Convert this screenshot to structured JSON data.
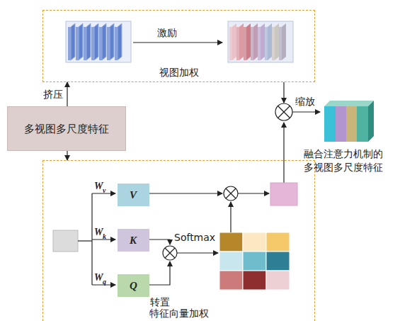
{
  "diagram": {
    "nodes": [
      {
        "text": [
          "视图加权"
        ]
      },
      {
        "text": [
          "多视图多尺度特征"
        ]
      },
      {
        "text": [
          "特征向量加权"
        ]
      },
      {
        "text": [
          "V"
        ],
        "in": 2
      },
      {
        "text": [
          "K"
        ],
        "in": 2
      },
      {
        "text": [
          "Q"
        ],
        "in": 2
      }
    ],
    "edges": [
      {
        "from": 1,
        "to": 0,
        "label": "挤压",
        "arrow": "to"
      },
      {
        "from": 1,
        "to": 2,
        "arrow": "to"
      }
    ],
    "labels": [
      "激励",
      "W",
      "v",
      "W",
      "k",
      "W",
      "q",
      "Softmax",
      "转置",
      "缩放",
      "融合注意力机制的 多视图多尺度特征"
    ]
  }
}
